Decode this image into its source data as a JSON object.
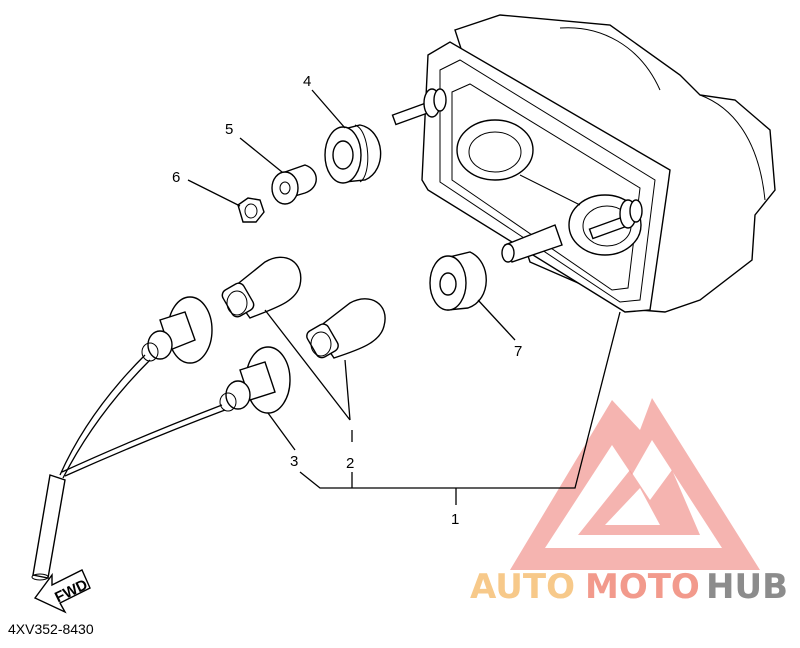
{
  "diagram": {
    "part_number": "4XV352-8430",
    "fwd_label": "FWD",
    "callouts": [
      {
        "id": "callout-1",
        "text": "1"
      },
      {
        "id": "callout-2",
        "text": "2"
      },
      {
        "id": "callout-3",
        "text": "3"
      },
      {
        "id": "callout-4",
        "text": "4"
      },
      {
        "id": "callout-5",
        "text": "5"
      },
      {
        "id": "callout-6",
        "text": "6"
      },
      {
        "id": "callout-7",
        "text": "7"
      }
    ]
  },
  "watermark": {
    "part1": "AUTO",
    "part2": "MOTO",
    "part3": "HUB",
    "colors": {
      "auto": "#f7c98a",
      "moto": "#f29a8c",
      "hub": "#8c8c8c",
      "logo": "#f08a84"
    }
  }
}
